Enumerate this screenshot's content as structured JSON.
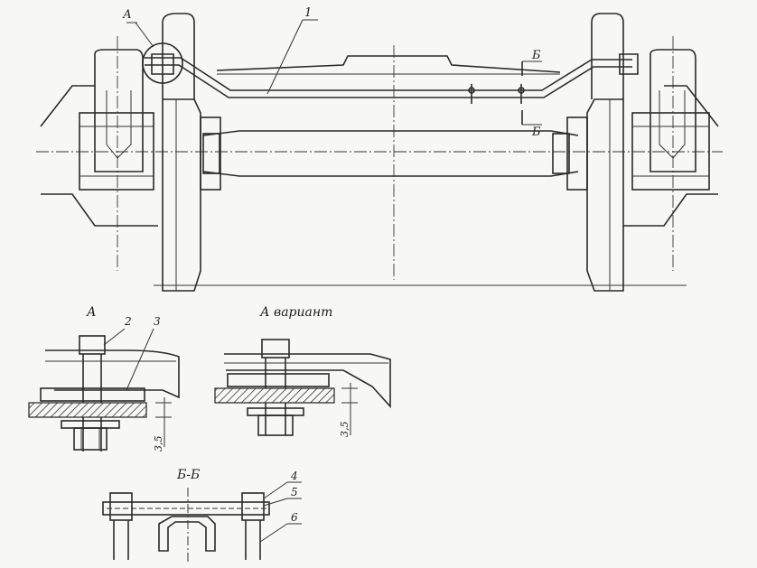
{
  "callouts": {
    "a_top": "А",
    "b_top": "Б",
    "b_bottom": "Б",
    "part_1": "1",
    "part_2": "2",
    "part_3": "3",
    "part_4": "4",
    "part_5": "5",
    "part_6": "6"
  },
  "views": {
    "detail_a": "А",
    "detail_a_variant": "А вариант",
    "section_bb": "Б-Б"
  },
  "dimensions": {
    "gap_left": "3,5",
    "gap_right": "3,5"
  }
}
